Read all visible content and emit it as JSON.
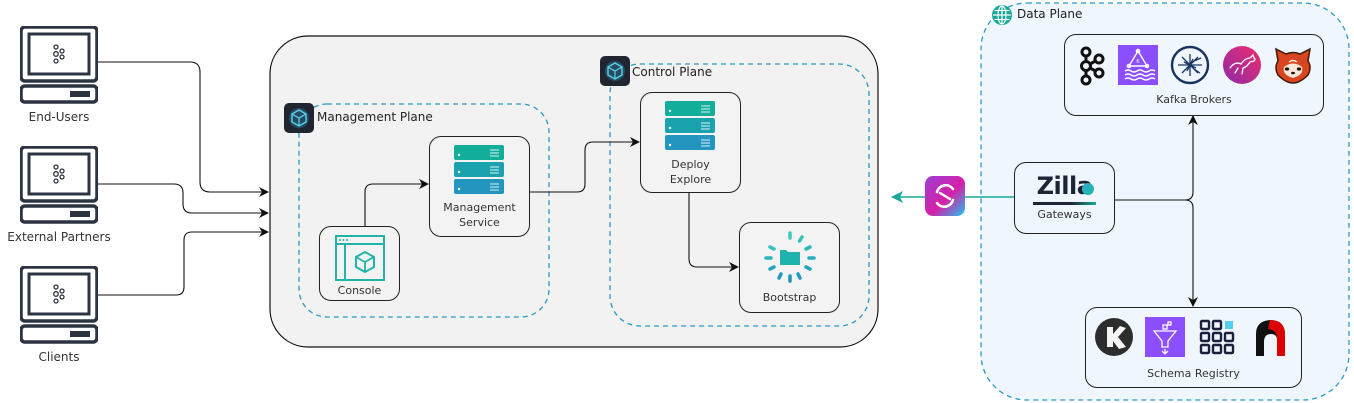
{
  "clients": [
    {
      "label": "End-Users",
      "icon": "kafka-terminal-icon"
    },
    {
      "label": "External Partners",
      "icon": "kafka-terminal-icon"
    },
    {
      "label": "Clients",
      "icon": "kafka-terminal-icon"
    }
  ],
  "management_plane": {
    "title": "Management Plane",
    "nodes": {
      "console": {
        "label": "Console"
      },
      "management_service": {
        "label_line1": "Management",
        "label_line2": "Service"
      }
    }
  },
  "control_plane": {
    "title": "Control Plane",
    "nodes": {
      "deploy_explore": {
        "label_line1": "Deploy",
        "label_line2": "Explore"
      },
      "bootstrap": {
        "label": "Bootstrap"
      }
    }
  },
  "data_plane": {
    "title": "Data Plane",
    "gateway": {
      "logo_text": "Zilla",
      "label": "Gateways"
    },
    "kafka_brokers": {
      "label": "Kafka Brokers",
      "icons": [
        "apache-kafka-icon",
        "amazon-msk-icon",
        "confluent-icon",
        "aiven-kafka-icon",
        "redpanda-icon"
      ]
    },
    "schema_registry": {
      "label": "Schema Registry",
      "icons": [
        "karapace-icon",
        "aws-glue-schema-icon",
        "apicurio-icon",
        "red-hat-icon"
      ]
    }
  },
  "connector": {
    "icon": "sync-connector-icon"
  },
  "colors": {
    "dashed_border": "#2a9ac9",
    "teal_arrow": "#17a89a",
    "group_bg": "#f2f2f2",
    "data_plane_bg": "#f0f6fd"
  }
}
